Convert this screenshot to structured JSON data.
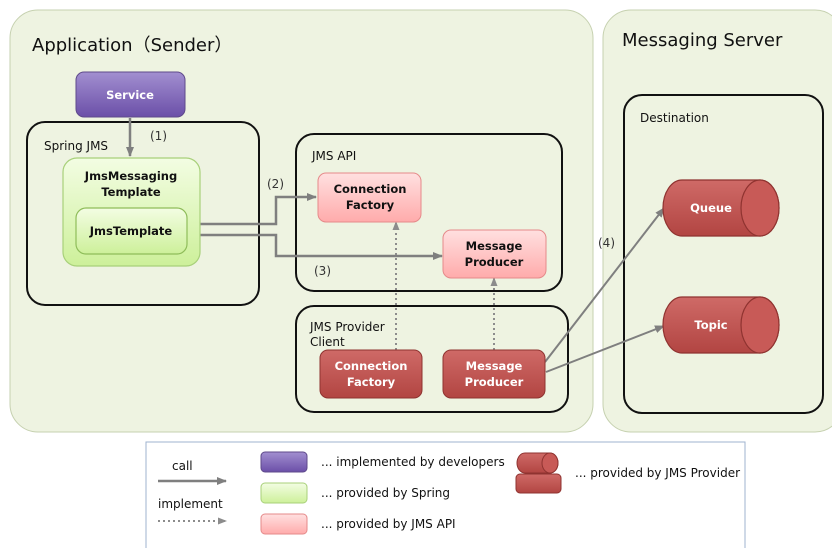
{
  "panels": {
    "application_title": "Application（Sender）",
    "messaging_title": "Messaging Server",
    "spring_jms_title": "Spring JMS",
    "jms_api_title": "JMS API",
    "provider_client_title_line1": "JMS Provider",
    "provider_client_title_line2": "Client",
    "destination_title": "Destination"
  },
  "nodes": {
    "service": "Service",
    "jms_messaging_template_line1": "JmsMessaging",
    "jms_messaging_template_line2": "Template",
    "jms_template": "JmsTemplate",
    "api_connection_factory_line1": "Connection",
    "api_connection_factory_line2": "Factory",
    "api_message_producer_line1": "Message",
    "api_message_producer_line2": "Producer",
    "prov_connection_factory_line1": "Connection",
    "prov_connection_factory_line2": "Factory",
    "prov_message_producer_line1": "Message",
    "prov_message_producer_line2": "Producer",
    "queue": "Queue",
    "topic": "Topic"
  },
  "step_labels": {
    "step1": "(1)",
    "step2": "(2)",
    "step3": "(3)",
    "step4": "(4)"
  },
  "legend": {
    "call": "call",
    "implement": "implement",
    "developers": "... implemented by developers",
    "spring": "... provided by Spring",
    "jms_api": "... provided by JMS API",
    "jms_provider": "... provided by JMS Provider"
  },
  "colors": {
    "panel_fill": "#eef3e1",
    "developer_purple": "#8064a2",
    "spring_green": "#ddf5b8",
    "jms_api_pink": "#ffb9b9",
    "provider_red": "#c0504d",
    "arrow_gray": "#7f7f7f"
  }
}
